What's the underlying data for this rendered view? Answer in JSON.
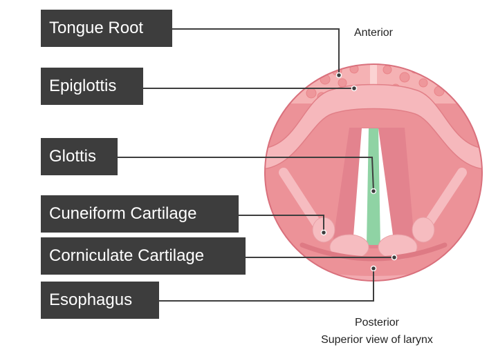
{
  "labels": {
    "tongue_root": "Tongue Root",
    "epiglottis": "Epiglottis",
    "glottis": "Glottis",
    "cuneiform": "Cuneiform Cartilage",
    "corniculate": "Corniculate Cartilage",
    "esophagus": "Esophagus"
  },
  "captions": {
    "anterior": "Anterior",
    "posterior": "Posterior",
    "view": "Superior view of larynx"
  },
  "colors": {
    "label_bg": "#3d3d3d",
    "tissue": "#eb8d93",
    "tissue_light": "#f6bcc0",
    "glottis": "#8fd3a4"
  }
}
